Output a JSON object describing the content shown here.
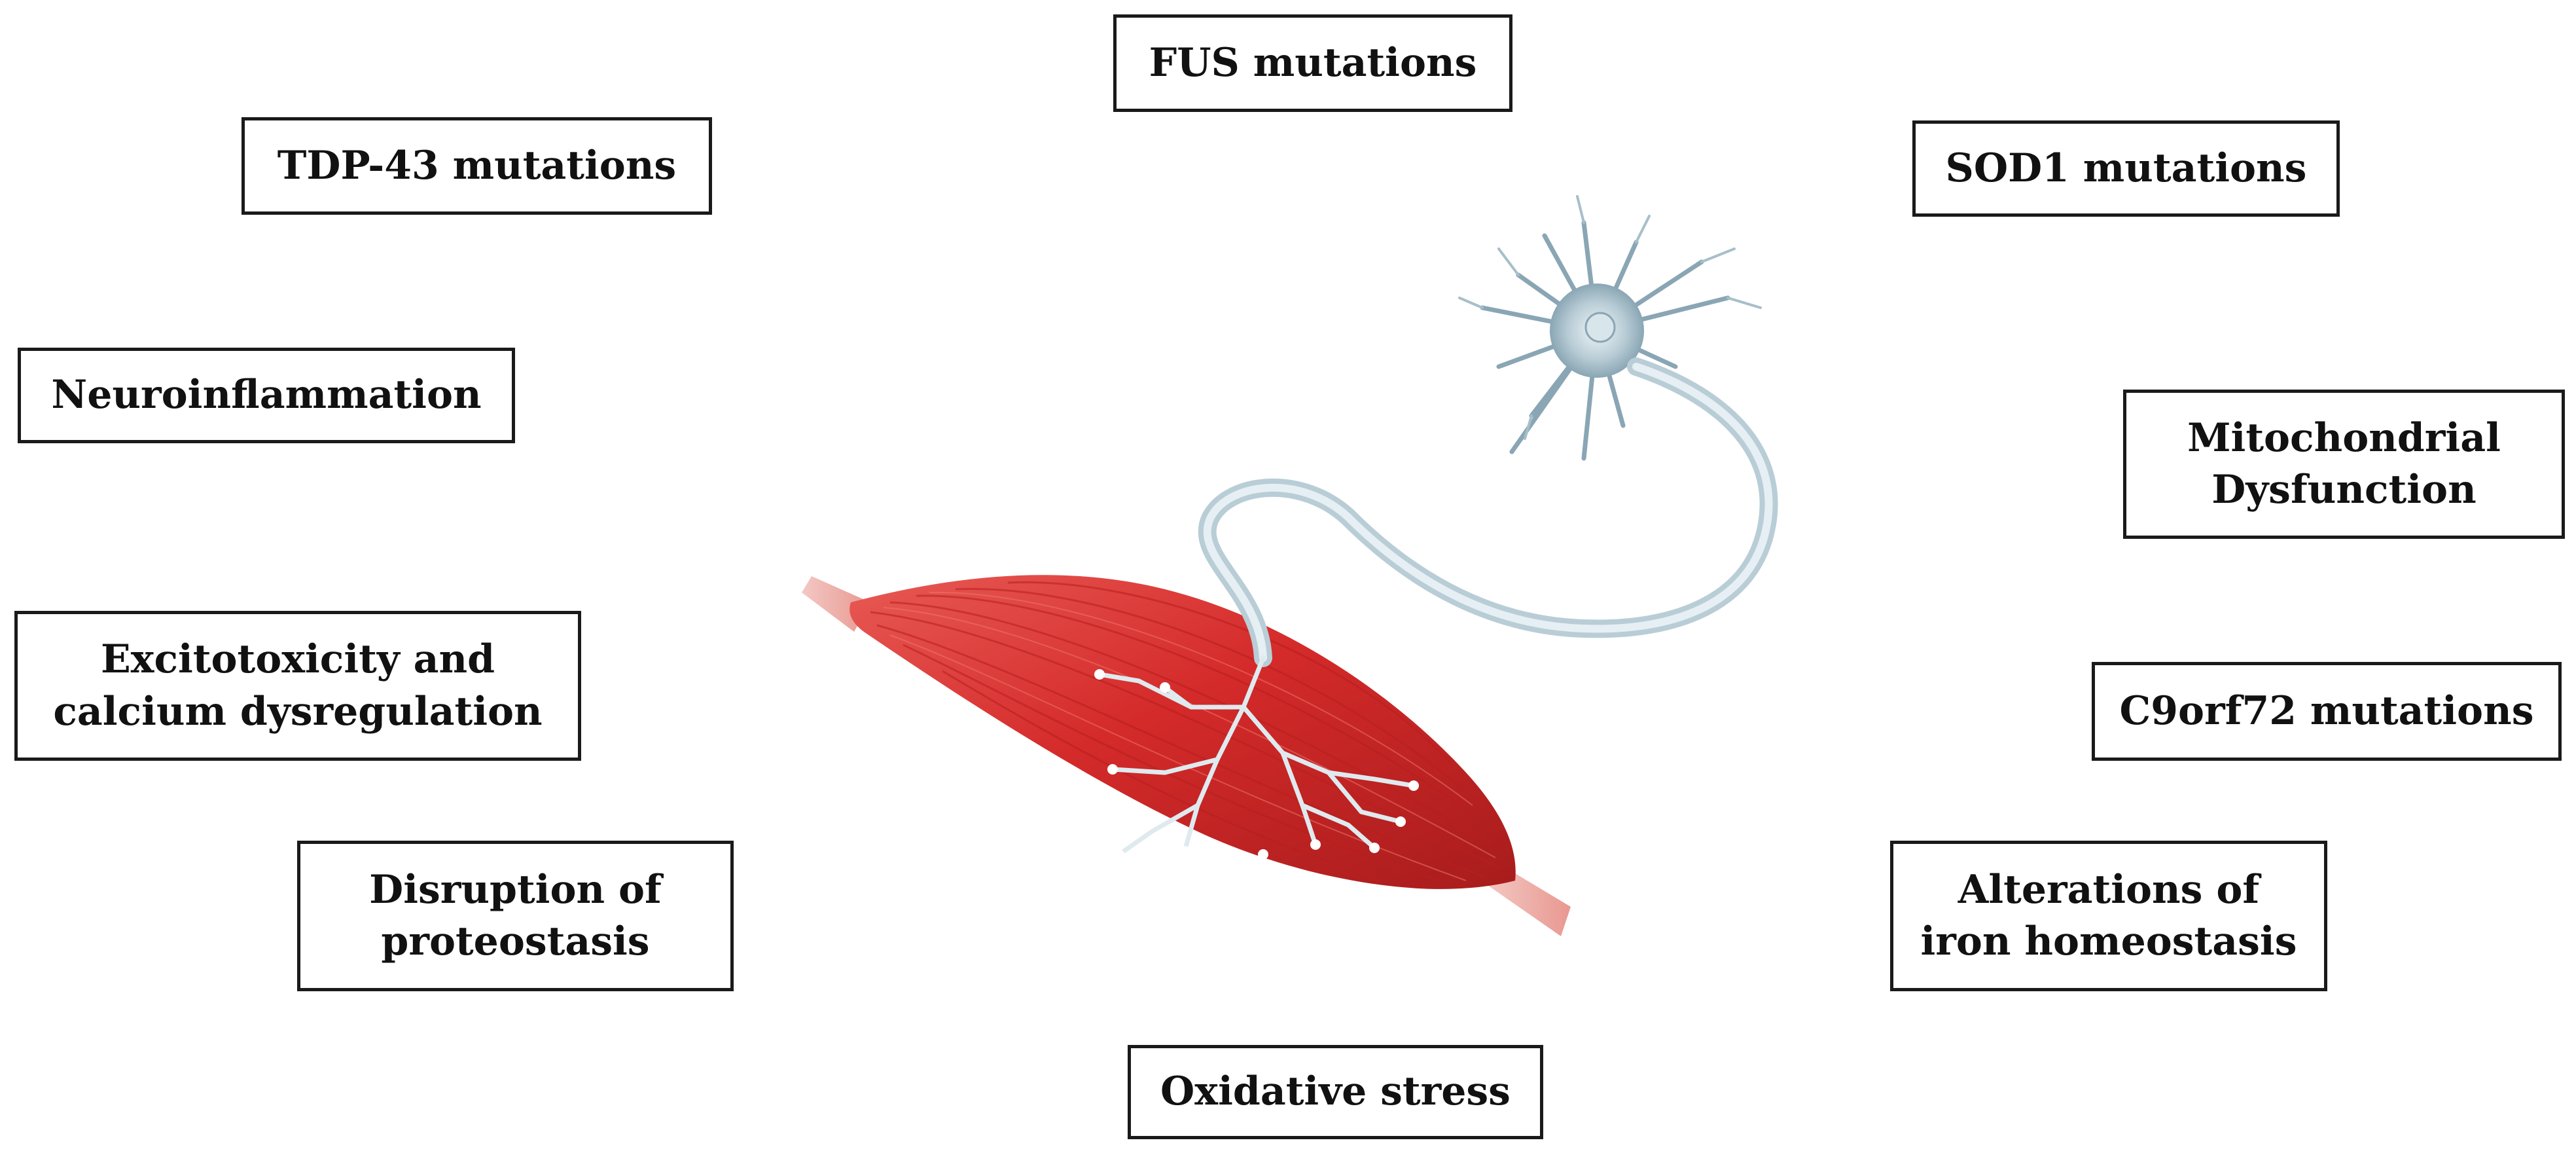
{
  "labels": {
    "fus": "FUS mutations",
    "tdp43": "TDP-43 mutations",
    "sod1": "SOD1 mutations",
    "neuroinflammation": "Neuroinflammation",
    "mito_line1": "Mitochondrial",
    "mito_line2": "Dysfunction",
    "excito_line1": "Excitotoxicity and",
    "excito_line2": "calcium dysregulation",
    "c9orf72": "C9orf72 mutations",
    "disruption_line1": "Disruption of",
    "disruption_line2": "proteostasis",
    "iron_line1": "Alterations of",
    "iron_line2": "iron homeostasis",
    "oxidative": "Oxidative stress"
  },
  "illustration": {
    "muscle_name": "skeletal-muscle",
    "neuron_name": "motor-neuron",
    "colors": {
      "muscle": "#d42a2a",
      "muscle_dark": "#a81c1c",
      "muscle_light": "#e85a54",
      "tendon": "#f0b4b0",
      "neuron": "#b9cdd6",
      "neuron_dark": "#8aa6b4",
      "axon_branch": "#e2ecf0",
      "box_border": "#1a1a1a"
    }
  }
}
